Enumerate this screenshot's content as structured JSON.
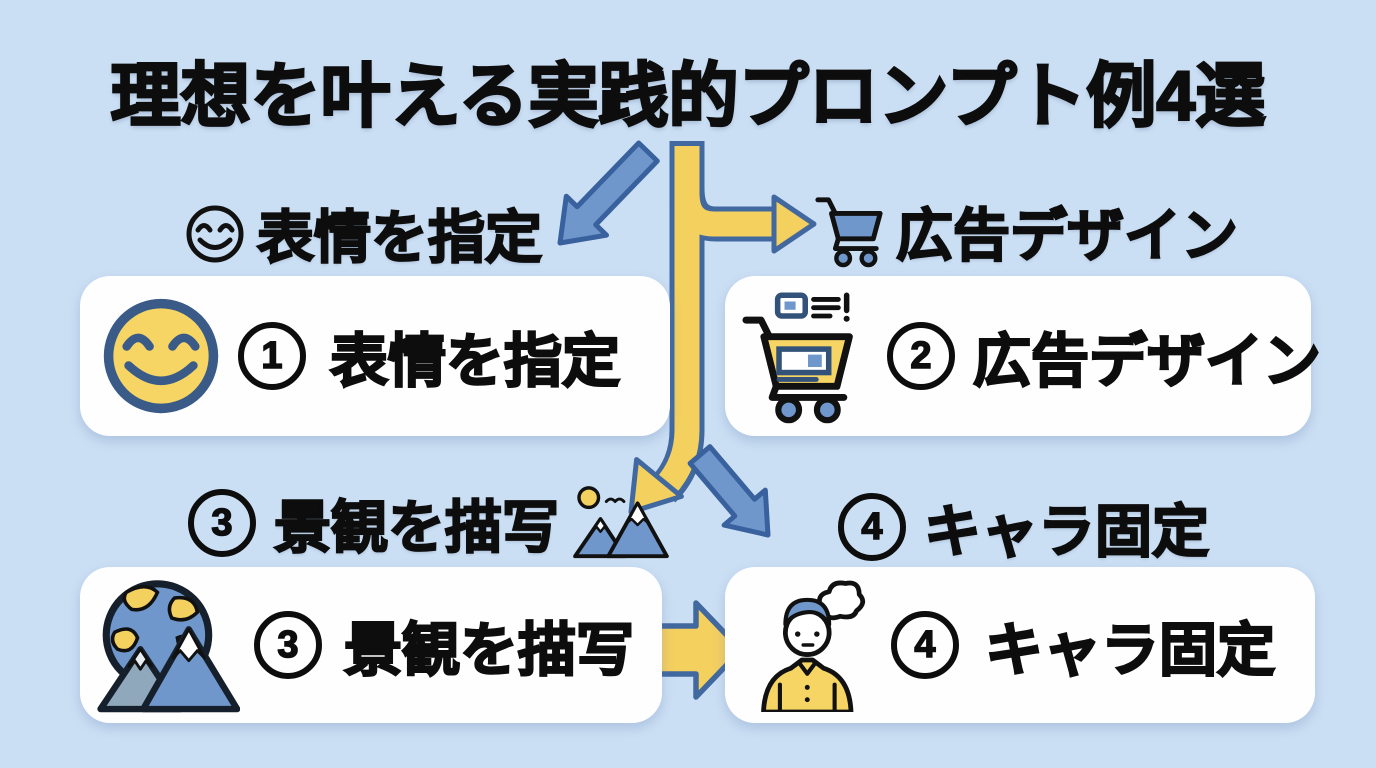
{
  "title": "理想を叶える実践的プロンプト例4選",
  "callouts": {
    "expression": {
      "label": "表情を指定",
      "icon": "smiley-outline-icon"
    },
    "ad": {
      "label": "広告デザイン",
      "icon": "cart-icon"
    },
    "landscape": {
      "number": "3",
      "label": "景観を描写",
      "icon": "mountains-icon"
    },
    "character": {
      "number": "4",
      "label": "キャラ固定"
    }
  },
  "cards": {
    "expression": {
      "number": "1",
      "label": "表情を指定",
      "icon": "smiley-icon"
    },
    "ad": {
      "number": "2",
      "label": "広告デザイン",
      "icon": "ad-cart-icon"
    },
    "landscape": {
      "number": "3",
      "label": "景観を描写",
      "icon": "globe-mountains-icon"
    },
    "character": {
      "number": "4",
      "label": "キャラ固定",
      "icon": "person-thinking-icon"
    }
  },
  "colors": {
    "background": "#cbdff4",
    "card": "#fefefe",
    "text": "#0d0d0d",
    "arrow_yellow": "#f4d05f",
    "arrow_blue_fill": "#6f97cc",
    "arrow_outline": "#3b639f",
    "icon_navy": "#3a5a88",
    "icon_yellow": "#f6d564",
    "icon_blue": "#6f97cc"
  }
}
